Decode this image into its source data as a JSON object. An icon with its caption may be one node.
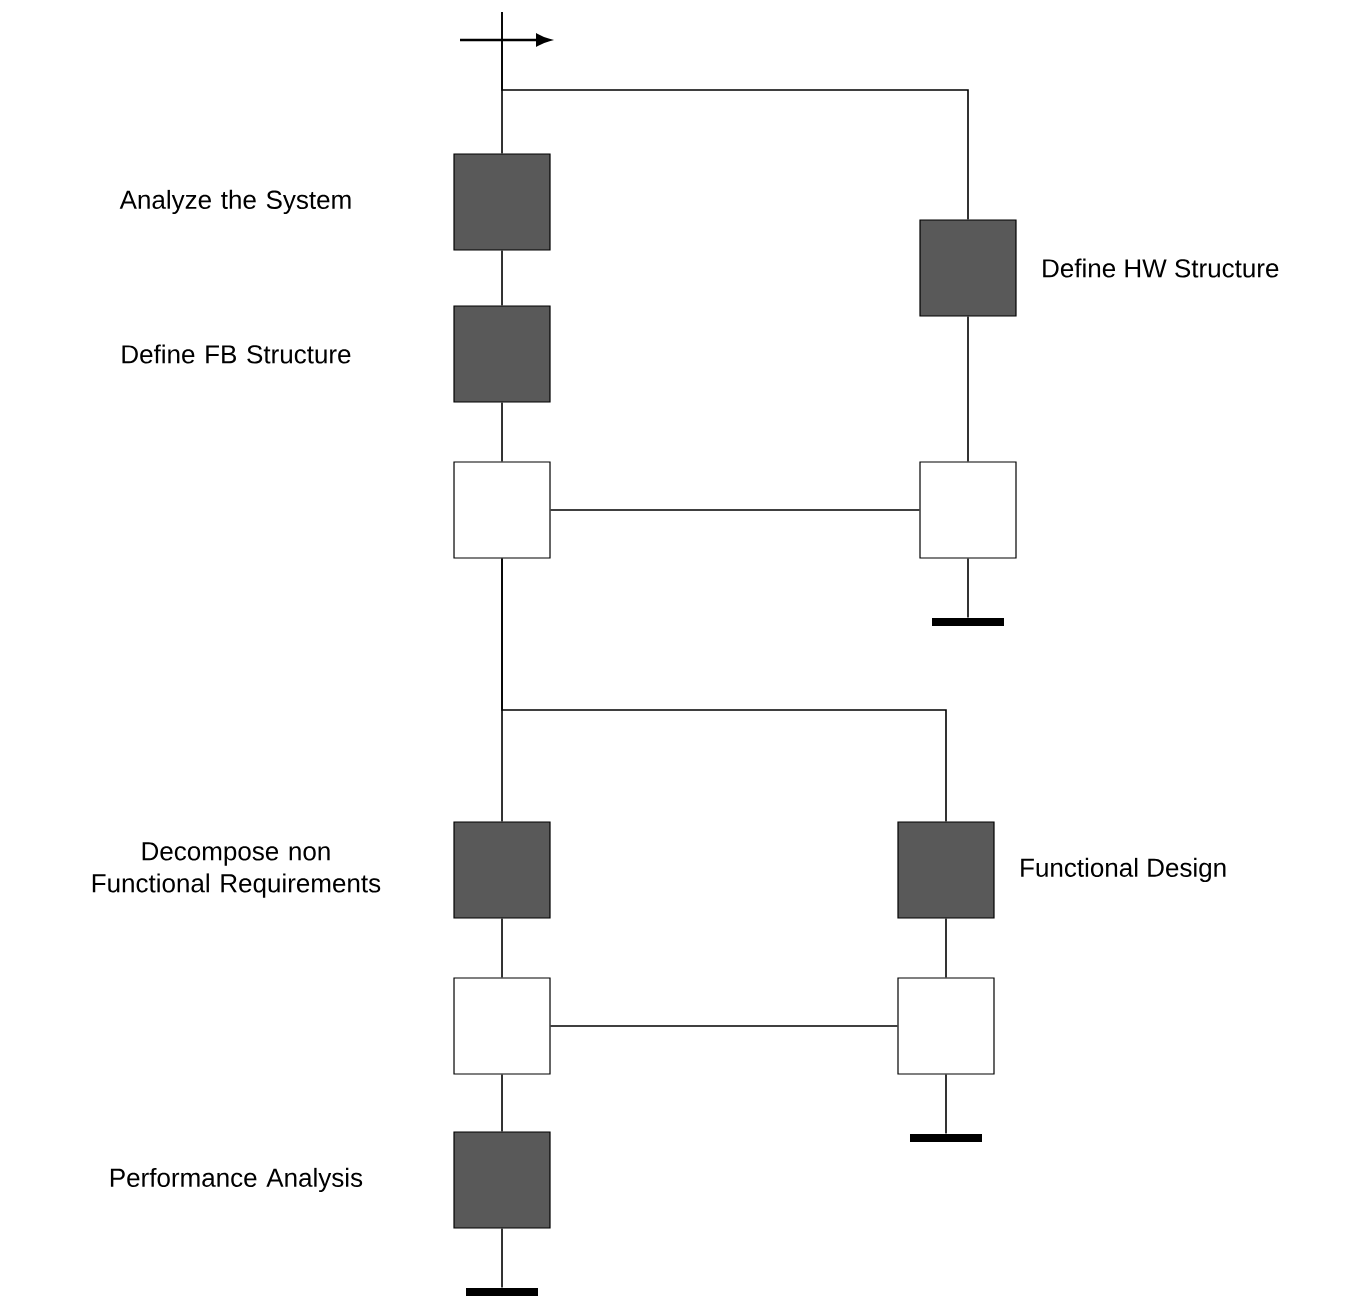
{
  "diagram": {
    "nodes": [
      {
        "text": [
          "Analyze the System"
        ]
      },
      {
        "text": [
          "Define FB Structure"
        ]
      },
      {
        "text": [],
        "shape": "box"
      },
      {
        "text": [
          "Define HW Structure"
        ]
      },
      {
        "text": [],
        "shape": "box"
      },
      {
        "text": [
          "Decompose non Functional Requirements"
        ]
      },
      {
        "text": [],
        "shape": "box"
      },
      {
        "text": [
          "Performance Analysis"
        ]
      },
      {
        "text": [
          "Functional Design"
        ]
      },
      {
        "text": [],
        "shape": "box"
      },
      {
        "text": [],
        "shape": "bar"
      },
      {
        "text": [],
        "shape": "bar"
      },
      {
        "text": [],
        "shape": "bar"
      }
    ],
    "edges": [
      {
        "from": null,
        "to": 0,
        "arrow": "none"
      },
      {
        "from": null,
        "to": 3,
        "arrow": "none"
      },
      {
        "from": 0,
        "to": 1,
        "arrow": "none"
      },
      {
        "from": 1,
        "to": 2,
        "arrow": "none"
      },
      {
        "from": 2,
        "to": 4,
        "arrow": "none"
      },
      {
        "from": 3,
        "to": 4,
        "arrow": "none"
      },
      {
        "from": 2,
        "to": 5,
        "arrow": "none"
      },
      {
        "from": 2,
        "to": 8,
        "arrow": "none"
      },
      {
        "from": 5,
        "to": 6,
        "arrow": "none"
      },
      {
        "from": 6,
        "to": 9,
        "arrow": "none"
      },
      {
        "from": 8,
        "to": 9,
        "arrow": "none"
      },
      {
        "from": 6,
        "to": 7,
        "arrow": "none"
      },
      {
        "from": 4,
        "to": 10,
        "arrow": "none"
      },
      {
        "from": 9,
        "to": 11,
        "arrow": "none"
      },
      {
        "from": 7,
        "to": 12,
        "arrow": "none"
      }
    ]
  }
}
